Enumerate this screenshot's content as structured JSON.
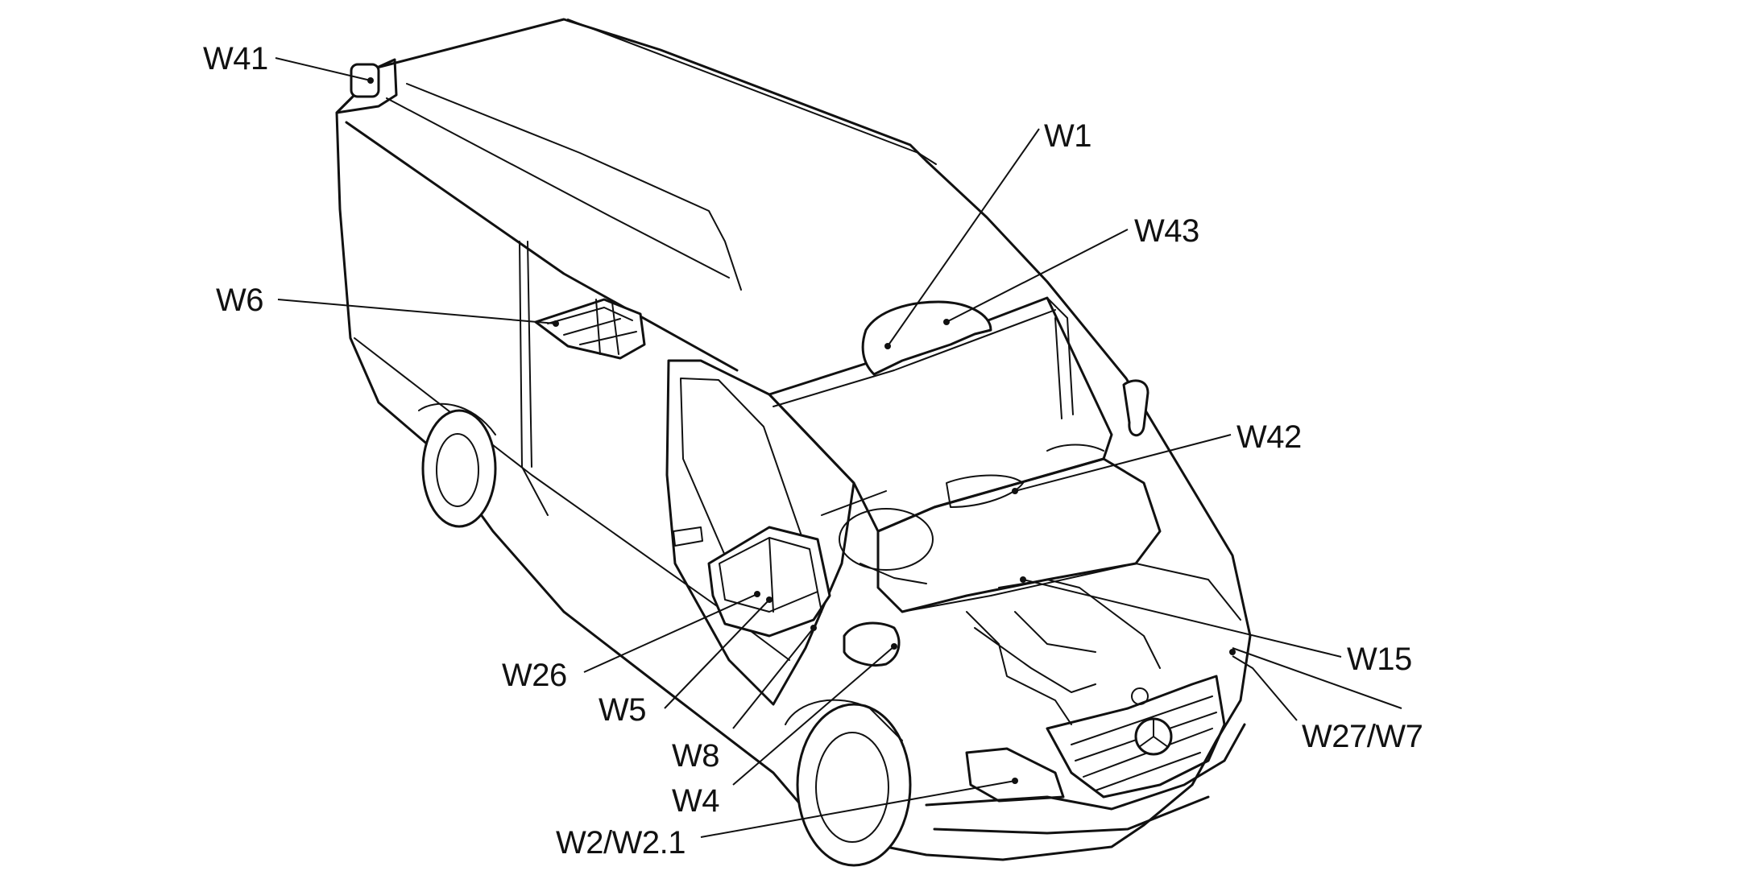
{
  "diagram": {
    "labels": {
      "w41": "W41",
      "w1": "W1",
      "w43": "W43",
      "w6": "W6",
      "w42": "W42",
      "w15": "W15",
      "w26": "W26",
      "w5": "W5",
      "w27_w7": "W27/W7",
      "w8": "W8",
      "w4": "W4",
      "w2_w21": "W2/W2.1"
    }
  }
}
